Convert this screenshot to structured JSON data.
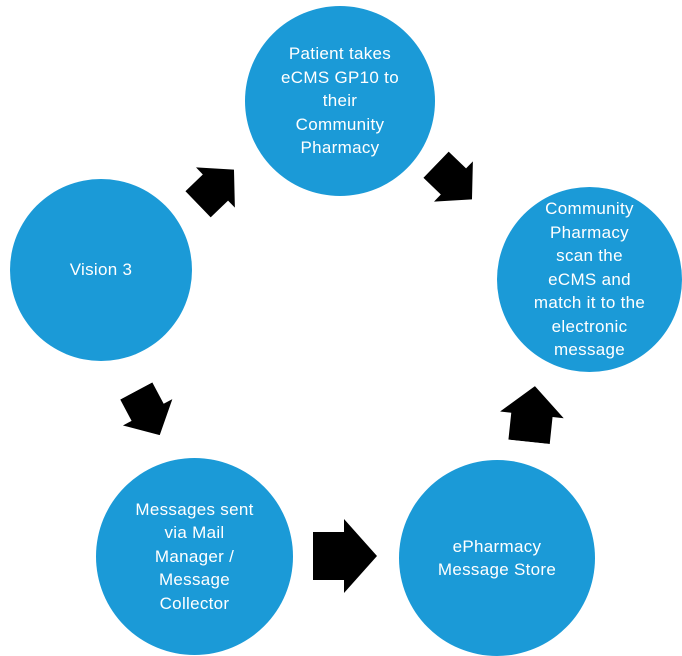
{
  "diagram": {
    "type": "cycle-flow",
    "background": "#ffffff",
    "colors": {
      "node_fill": "#1b9ad7",
      "node_text": "#ffffff",
      "arrow": "#000000"
    },
    "nodes": [
      {
        "id": "vision3",
        "label": "Vision 3"
      },
      {
        "id": "patient",
        "label": "Patient takes\neCMS GP10 to\ntheir\nCommunity\nPharmacy"
      },
      {
        "id": "scan",
        "label": "Community\nPharmacy\nscan the\neCMS and\nmatch it to the\nelectronic\nmessage"
      },
      {
        "id": "mail",
        "label": "Messages sent\nvia Mail\nManager /\nMessage\nCollector"
      },
      {
        "id": "store",
        "label": "ePharmacy\nMessage Store"
      }
    ],
    "edges": [
      {
        "from": "vision3",
        "to": "patient",
        "direction": "up-right"
      },
      {
        "from": "patient",
        "to": "scan",
        "direction": "down-right"
      },
      {
        "from": "vision3",
        "to": "mail",
        "direction": "down-right"
      },
      {
        "from": "mail",
        "to": "store",
        "direction": "right"
      },
      {
        "from": "store",
        "to": "scan",
        "direction": "up"
      }
    ]
  }
}
